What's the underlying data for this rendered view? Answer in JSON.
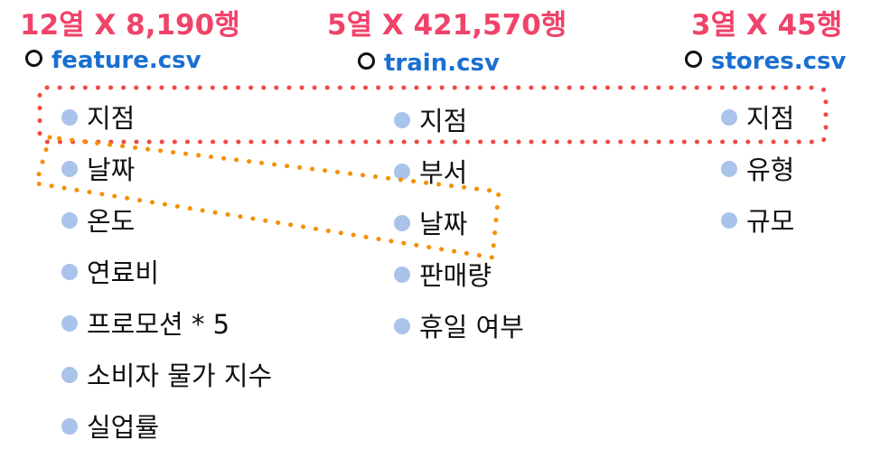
{
  "columns": [
    {
      "dims": "12열 X 8,190행",
      "file": "feature.csv",
      "items": [
        "지점",
        "날짜",
        "온도",
        "연료비",
        "프로모션 * 5",
        "소비자 물가 지수",
        "실업률"
      ]
    },
    {
      "dims": "5열 X 421,570행",
      "file": "train.csv",
      "items": [
        "지점",
        "부서",
        "날짜",
        "판매량",
        "휴일 여부"
      ]
    },
    {
      "dims": "3열 X 45행",
      "file": "stores.csv",
      "items": [
        "지점",
        "유형",
        "규모"
      ]
    }
  ],
  "colors": {
    "dims": "#f0436a",
    "file": "#1a6fd0",
    "bullet": "#a9c3ea",
    "link_store": "#f04a45",
    "link_date": "#f5900a"
  },
  "links": [
    {
      "field": "지점",
      "connects": [
        "feature.csv",
        "train.csv",
        "stores.csv"
      ]
    },
    {
      "field": "날짜",
      "connects": [
        "feature.csv",
        "train.csv"
      ]
    }
  ]
}
